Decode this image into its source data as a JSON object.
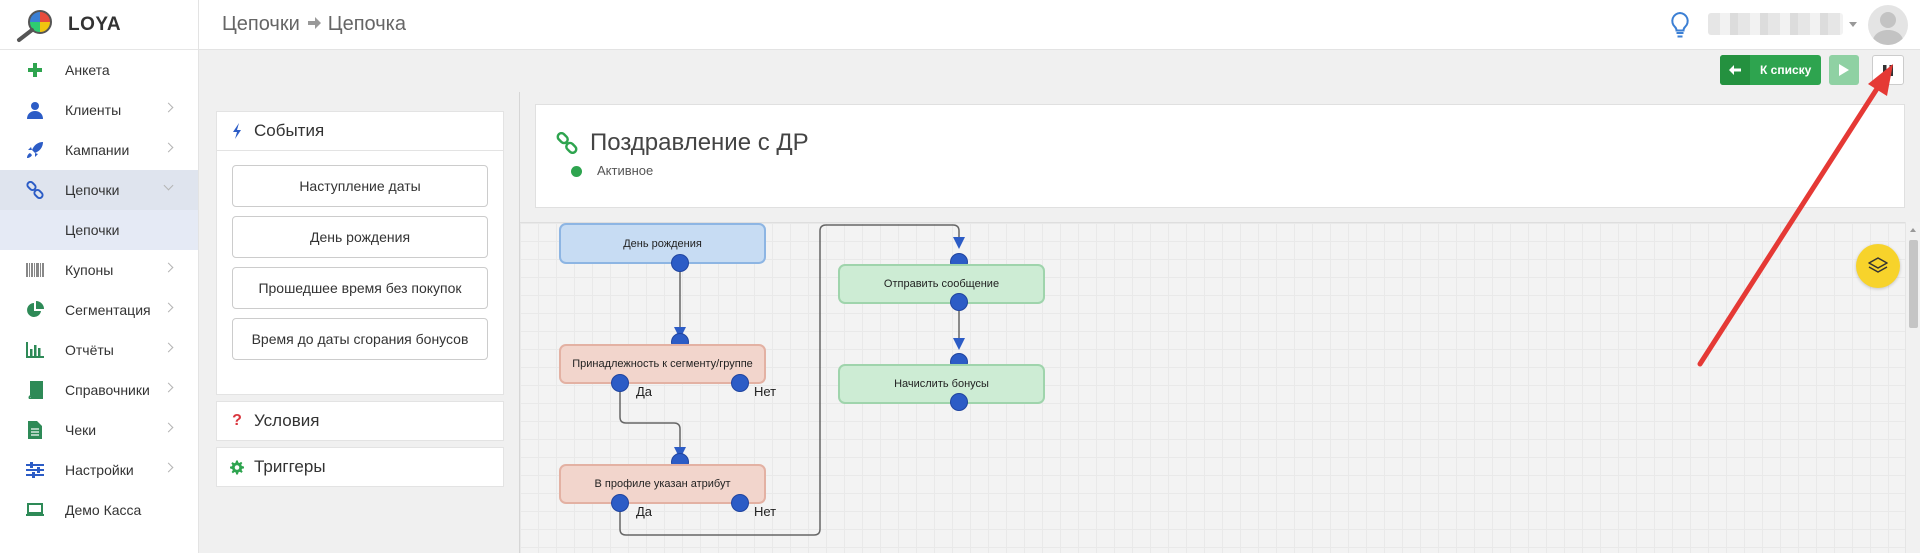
{
  "app": {
    "name": "LOYA"
  },
  "sidebar": {
    "items": [
      {
        "label": "Анкета",
        "icon": "plus-icon",
        "color": "#2ea44f"
      },
      {
        "label": "Клиенты",
        "icon": "user-icon",
        "color": "#2c5cc6"
      },
      {
        "label": "Кампании",
        "icon": "rocket-icon",
        "color": "#2c5cc6"
      },
      {
        "label": "Цепочки",
        "icon": "link-icon",
        "color": "#2c5cc6",
        "active": true
      },
      {
        "label": "Купоны",
        "icon": "barcode-icon",
        "color": "#888888"
      },
      {
        "label": "Сегментация",
        "icon": "pie-chart-icon",
        "color": "#2e8a57"
      },
      {
        "label": "Отчёты",
        "icon": "bar-chart-icon",
        "color": "#2e8a57"
      },
      {
        "label": "Справочники",
        "icon": "book-icon",
        "color": "#2e8a57"
      },
      {
        "label": "Чеки",
        "icon": "receipt-icon",
        "color": "#2e8a57"
      },
      {
        "label": "Настройки",
        "icon": "sliders-icon",
        "color": "#2c5cc6"
      },
      {
        "label": "Демо Касса",
        "icon": "laptop-icon",
        "color": "#2e8a57"
      }
    ],
    "subitem": "Цепочки"
  },
  "header": {
    "breadcrumb": [
      "Цепочки",
      "Цепочка"
    ]
  },
  "toolbar": {
    "back_label": "К списку"
  },
  "left_panel": {
    "events_title": "События",
    "events": [
      "Наступление даты",
      "День рождения",
      "Прошедшее время без покупок",
      "Время до даты сгорания бонусов"
    ],
    "conditions_title": "Условия",
    "triggers_title": "Триггеры"
  },
  "chain": {
    "title": "Поздравление с ДР",
    "status": "Активное",
    "status_color": "#2ea44f"
  },
  "flow": {
    "nodes": {
      "birthday": "День рождения",
      "segment": "Принадлежность к сегменту/группе",
      "attribute": "В профиле указан атрибут",
      "send": "Отправить сообщение",
      "bonus": "Начислить бонусы"
    },
    "yes": "Да",
    "no": "Нет"
  },
  "colors": {
    "accent_green": "#2ea44f",
    "port_blue": "#2c5cc6",
    "annotation_red": "#e53935",
    "fab_yellow": "#f7d32b"
  }
}
